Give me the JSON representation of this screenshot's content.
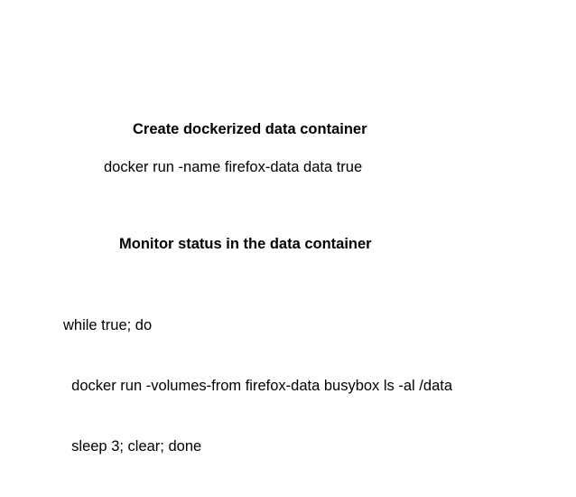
{
  "slide": {
    "background_color": "#ffffff",
    "text_color": "#000000",
    "sections": [
      {
        "heading": "Create dockerized data container",
        "command": "docker run -name firefox-data data true"
      },
      {
        "heading": "Monitor status in the data container",
        "command_lines": [
          "while true; do",
          "  docker run -volumes-from firefox-data busybox ls -al /data",
          "  sleep 3; clear; done"
        ]
      }
    ]
  }
}
